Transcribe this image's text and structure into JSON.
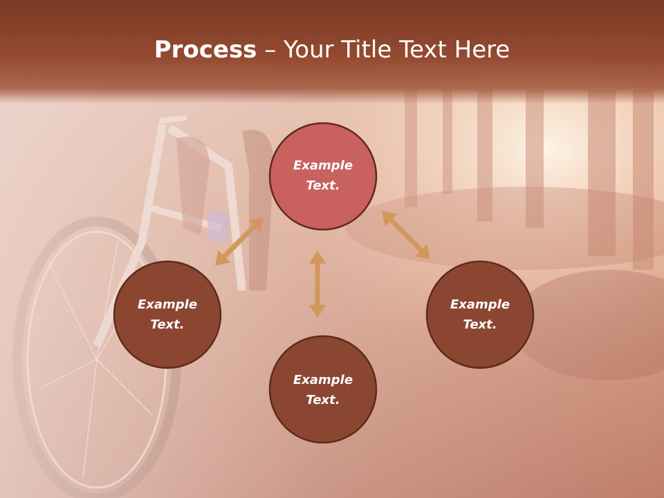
{
  "slide": {
    "title_bold": "Process",
    "title_rest": " – Your Title Text Here"
  },
  "diagram": {
    "nodes": [
      {
        "id": "top",
        "line1": "Example",
        "line2": "Text.",
        "fill": "#c9615f"
      },
      {
        "id": "left",
        "line1": "Example",
        "line2": "Text.",
        "fill": "#8b4632"
      },
      {
        "id": "right",
        "line1": "Example",
        "line2": "Text.",
        "fill": "#8b4632"
      },
      {
        "id": "bottom",
        "line1": "Example",
        "line2": "Text.",
        "fill": "#8b4632"
      }
    ],
    "arrow_color": "#d2975c",
    "node_stroke": "#5e2a1c"
  },
  "colors": {
    "title_band": "#7a3a26",
    "title_text": "#ffffff"
  },
  "icons": [
    "bicycle-photo-background",
    "double-arrow-icon"
  ]
}
